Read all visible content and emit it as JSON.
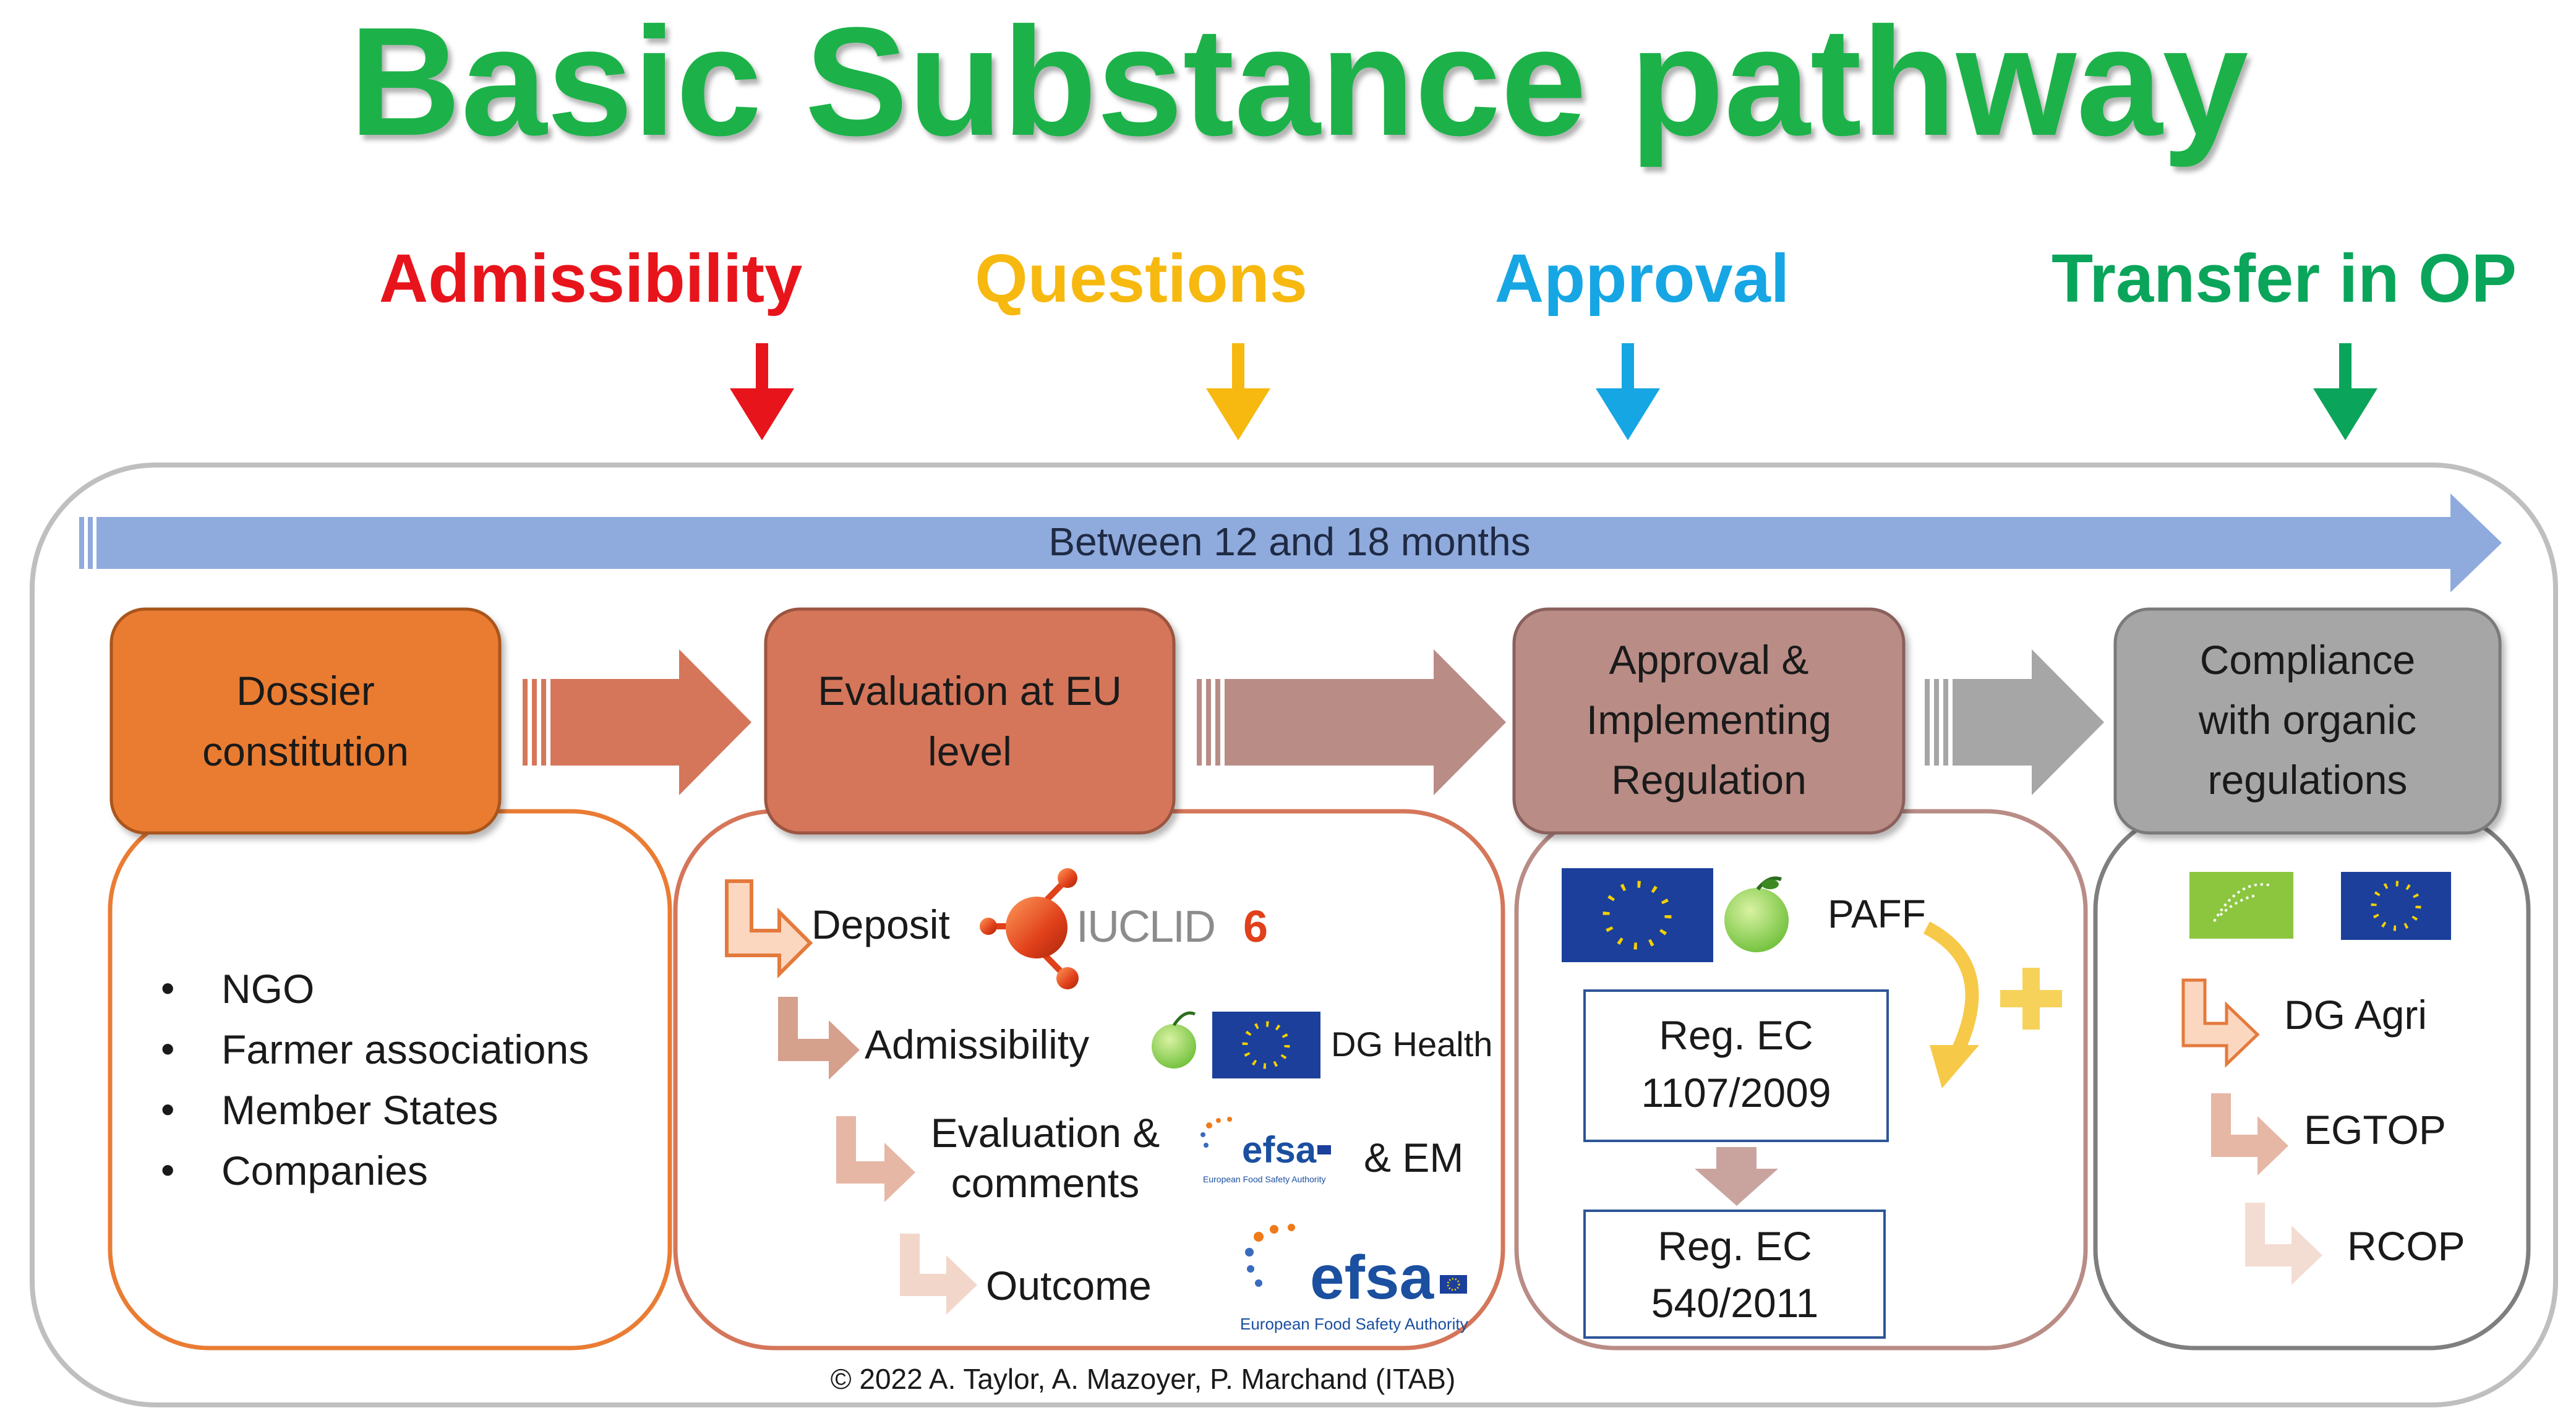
{
  "title": "Basic Substance pathway",
  "phases": [
    {
      "label": "Admissibility",
      "color": "#e8141c"
    },
    {
      "label": "Questions",
      "color": "#f7b90f"
    },
    {
      "label": "Approval",
      "color": "#16a6e3"
    },
    {
      "label": "Transfer in OP",
      "color": "#0aa55a"
    }
  ],
  "timeline": "Between 12 and 18 months",
  "steps": [
    {
      "lines": [
        "Dossier",
        "constitution"
      ],
      "color": "#ea7c33"
    },
    {
      "lines": [
        "Evaluation at EU",
        "level"
      ],
      "color": "#d5765a"
    },
    {
      "lines": [
        "Approval &",
        "Implementing",
        "Regulation"
      ],
      "color": "#b98c86"
    },
    {
      "lines": [
        "Compliance",
        "with organic",
        "regulations"
      ],
      "color": "#a6a6a6"
    }
  ],
  "dossier_items": [
    "NGO",
    "Farmer associations",
    "Member States",
    "Companies"
  ],
  "evaluation": {
    "deposit": "Deposit",
    "iuclid": "IUCLID",
    "iuclid_num": "6",
    "admissibility": "Admissibility",
    "dg_health": "DG Health",
    "eval_lines": [
      "Evaluation &",
      "comments"
    ],
    "efsa": "efsa",
    "em": "& EM",
    "outcome": "Outcome",
    "efsa_sub": "European Food Safety Authority",
    "efsa_sub_small": "European Food Safety Authority"
  },
  "approval": {
    "paff": "PAFF",
    "reg1": [
      "Reg. EC",
      "1107/2009"
    ],
    "reg2": [
      "Reg. EC",
      "540/2011"
    ]
  },
  "organic": {
    "items": [
      "DG Agri",
      "EGTOP",
      "RCOP"
    ]
  },
  "copyright": "© 2022 A. Taylor, A. Mazoyer, P. Marchand  (ITAB)"
}
